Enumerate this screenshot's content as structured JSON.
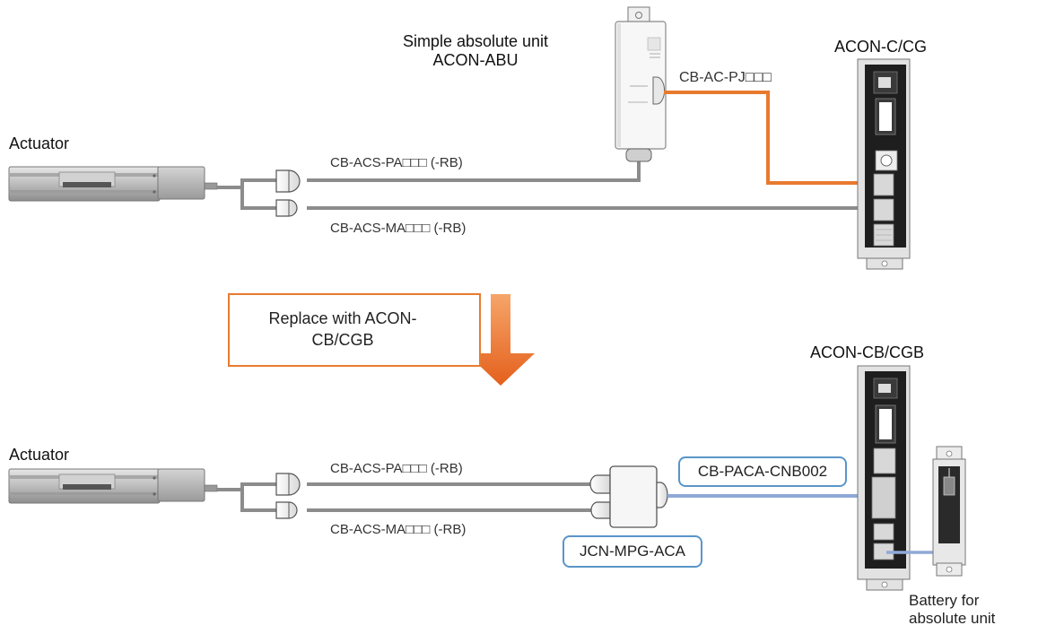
{
  "top": {
    "actuator_label": "Actuator",
    "abu_label_line1": "Simple absolute unit",
    "abu_label_line2": "ACON-ABU",
    "controller_label": "ACON-C/CG",
    "cable_ac_pj": "CB-AC-PJ□□□",
    "cable_pa": "CB-ACS-PA□□□ (-RB)",
    "cable_ma": "CB-ACS-MA□□□ (-RB)"
  },
  "replace": {
    "text": "Replace with ACON-CB/CGB"
  },
  "bottom": {
    "actuator_label": "Actuator",
    "controller_label": "ACON-CB/CGB",
    "cable_pa": "CB-ACS-PA□□□ (-RB)",
    "cable_ma": "CB-ACS-MA□□□ (-RB)",
    "cable_paca": "CB-PACA-CNB002",
    "junction": "JCN-MPG-ACA",
    "battery_line1": "Battery for",
    "battery_line2": "absolute unit"
  },
  "colors": {
    "cable_gray": "#8C8C8C",
    "cable_orange": "#E87A2E",
    "cable_blue": "#8FA9D6",
    "box_border_orange": "#E87A2E",
    "box_border_blue": "#5A95C8",
    "arrow_orange": "#E8702A"
  }
}
